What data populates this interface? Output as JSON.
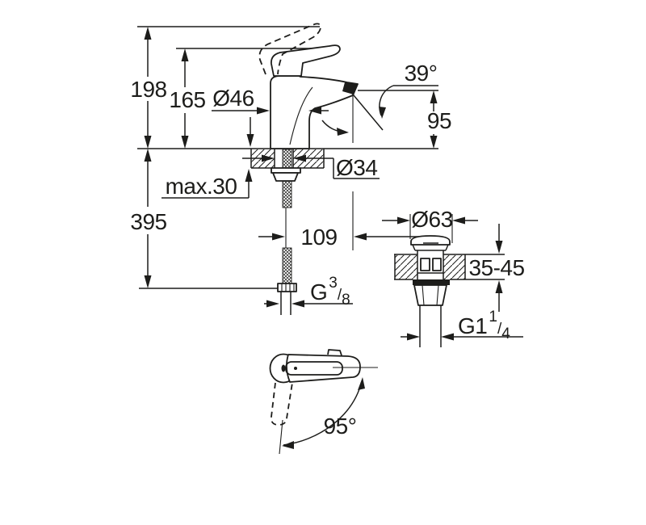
{
  "colors": {
    "line": "#1d1d1b",
    "background": "#ffffff"
  },
  "dimensions": {
    "height_total": "198",
    "height_to_lever_top": "165",
    "base_diameter": "Ø46",
    "stream_angle": "39°",
    "spout_height": "95",
    "max_counter_thickness": "max.30",
    "mounting_hole_diameter": "Ø34",
    "length_below_counter": "395",
    "spout_reach": "109",
    "waste_cap_diameter": "Ø63",
    "deck_thickness_range": "35-45",
    "handle_swivel_angle": "95°"
  },
  "threads": {
    "supply": {
      "base": "G",
      "sup": "3",
      "slash": "/",
      "sub": "8"
    },
    "waste": {
      "base": "G1",
      "sup": "1",
      "slash": "/",
      "sub": "4"
    }
  }
}
